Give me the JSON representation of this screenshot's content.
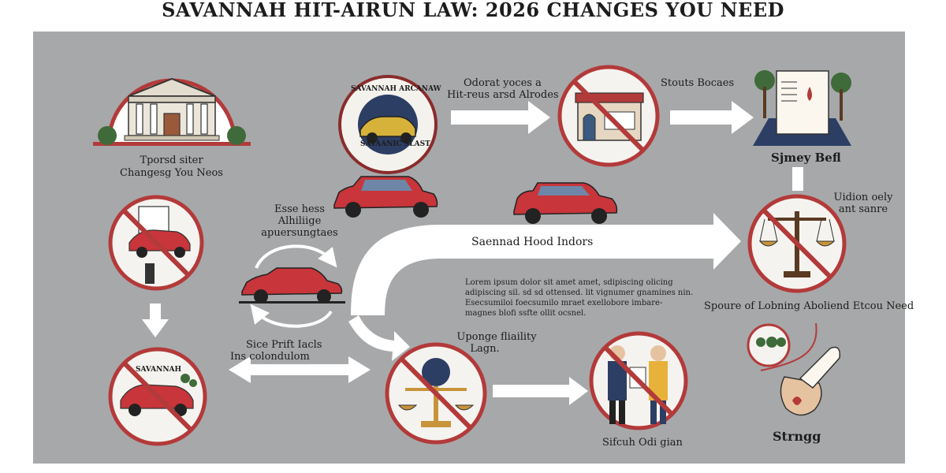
{
  "title": "SAVANNAH HIT-AIRUN LAW: 2026 CHANGES YOU NEED",
  "labels": {
    "courthouse_caption_line1": "Tporsd siter",
    "courthouse_caption_line2": "Changesg You Neos",
    "badge_top": "SAVANNAH ARCANAW",
    "badge_bottom": "SAVAANIC SLAST",
    "top_arrow_line1": "Odorat yoces a",
    "top_arrow_line2": "Hit-reus arsd Alrodes",
    "store_caption": "Stouts Bocaes",
    "document_caption": "Sjmey Befl",
    "left_mid_line1": "Esse hess",
    "left_mid_line2": "Alhiliige",
    "left_mid_line3": "apuersungtaes",
    "band_label": "Saennad Hood Indors",
    "right_mid_line1": "Uidion oely",
    "right_mid_line2": "ant sanre",
    "lorem": "Lorem ipsum dolor sit amet amet, sdipiscing olicing adipiscing sil. sd sd ottensed. lit vignumer gnamines nin. Esecsumiloi foecsumilo mraet exellobore imbare- magnes blofi ssfte ollit ocsnel.",
    "right_caption": "Spoure of Lobning Aboliend Etcou Need",
    "bottom_left_line1": "Sice Prift Iacls",
    "bottom_left_line2": "Ins colondulom",
    "bottom_left_badge": "SAVANNAH",
    "liability_line1": "Uponge fliaility",
    "liability_line2": "Lagn.",
    "people_caption": "Sifcuh Odi gian",
    "strong_caption": "Strngg"
  },
  "icons": [
    "courthouse-icon",
    "badge-car-icon",
    "store-prohibited-icon",
    "document-park-icon",
    "document-car-prohibited-icon",
    "car-red-icon",
    "car-red-icon-2",
    "car-cycle-icon",
    "scales-prohibited-icon",
    "car-crash-prohibited-icon",
    "scales-balance-prohibited-icon",
    "handshake-prohibited-icon",
    "hand-bulb-icon"
  ],
  "colors": {
    "panel": "#a7a8aa",
    "prohibit_red": "#b33a3a",
    "car_red": "#c8353a",
    "arrow_white": "#ffffff",
    "navy": "#2c3e63",
    "gold": "#c8943a"
  }
}
